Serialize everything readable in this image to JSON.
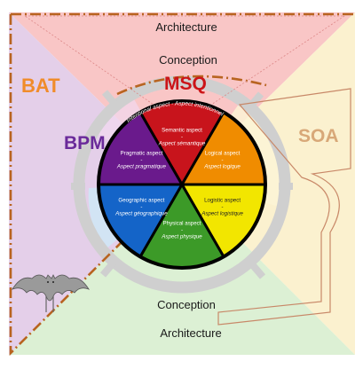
{
  "labels": {
    "architecture_top": "Architecture",
    "architecture_bottom": "Architecture",
    "conception_top": "Conception",
    "conception_bottom": "Conception",
    "bat": "BAT",
    "bpm": "BPM",
    "msq": "MSQ",
    "soa": "SOA",
    "intentional_arc": "Intentional aspect - Aspect intentionnel"
  },
  "sectors": [
    {
      "id": "semantic",
      "title": "Semantic aspect",
      "sep": "-",
      "subtitle": "Aspect sémantique",
      "color": "#c8141c"
    },
    {
      "id": "logical",
      "title": "Logical aspect",
      "sep": "-",
      "subtitle": "Aspect logique",
      "color": "#f08c00"
    },
    {
      "id": "logistic",
      "title": "Logistic aspect",
      "sep": "-",
      "subtitle": "Aspect logistique",
      "color": "#f2e600"
    },
    {
      "id": "physical",
      "title": "Physical aspect",
      "sep": "-",
      "subtitle": "Aspect physique",
      "color": "#3c9a28"
    },
    {
      "id": "geographic",
      "title": "Geographic aspect",
      "sep": "-",
      "subtitle": "Aspect géographique",
      "color": "#1464c8"
    },
    {
      "id": "pragmatic",
      "title": "Pragmatic aspect",
      "sep": "-",
      "subtitle": "Aspect pragmatique",
      "color": "#6a1a8c"
    }
  ],
  "colors": {
    "bat_label": "#f08c2a",
    "bpm_label": "#6a2a9a",
    "msq_label": "#cc1418",
    "soa_label": "#d8a878",
    "region_top": "#f9c6c6",
    "region_left": "#e4cfe9",
    "region_right": "#fbf1cf",
    "region_bottom": "#dcf0d4",
    "dash_line": "#b86420"
  }
}
